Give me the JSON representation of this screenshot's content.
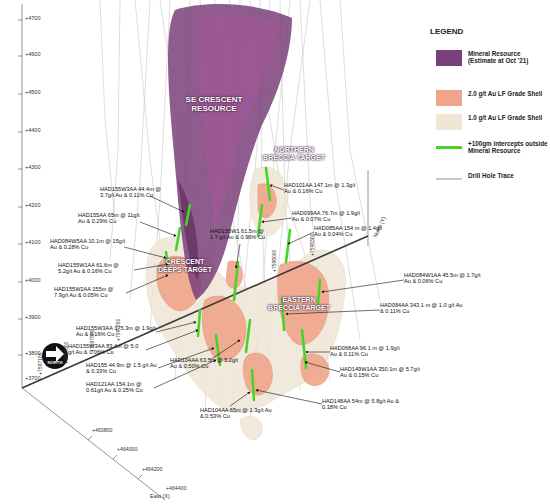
{
  "diagram": {
    "labels": [
      "+4700",
      "+4600",
      "+4500",
      "+4400",
      "+4300",
      "+4200",
      "+4100",
      "+4000",
      "+3900",
      "+3800",
      "+3700",
      "SE CRESCENT RESOURCE",
      "NORTHERN BRECCIA TARGET",
      "CRESCENT DEEPS TARGET",
      "EASTERN BRECCIA TARGET",
      "HAD155W3AA 44.4m @ 3.7g/t Au & 0.11% Cu",
      "HAD155AA 65m @ 11g/t Au & 0.29% Cu",
      "HAD084W5AA 10.1m @ 15g/t Au & 0.28% Cu",
      "HAD155W1AA 61.6m @ 5.2g/t Au & 0.16% Cu",
      "HAD155W2AA 155m @ 7.9g/t Au & 0.05% Cu",
      "HAD155W3AA 175.3m @ 1.9g/t Au & 0.16% Cu",
      "HAD155W3AA 83.4m @ 5.0 g/t Au & 0.06% Cu",
      "HAD155 44.9m @ 1.5 g/t Au & 0.33% Cu",
      "HAD121AA 154.1m @ 0.61g/t Au & 0.25% Cu",
      "HAD104AA 63.5m @ 5.2g/t Au & 0.50% Cu",
      "HAD104AA 65m @ 1.3g/t Au & 0.53% Cu",
      "HAD101AA 147.1m @ 1.3g/t Au & 0.16% Cu",
      "HAD099AA 76.7m @ 1.9g/t Au & 0.07% Cu",
      "HAD155W1 61.5m @ 1.7 g/t Au & 0.96% Cu",
      "HAD085AA 154 m @ 1.4g/t Au & 0.04% Cu",
      "HAD084W1AA 45.5m @ 1.7g/t Au & 0.06% Cu",
      "HAD084AA 343.1 m @ 1.0 g/t Au & 0.11% Cu",
      "HAD068AA 96.1 m @ 1.9g/t Au & 0.11% Cu",
      "HAD149W1AA 350.1m @ 5.7g/t Au & 0.15% Cu",
      "HAD148AA 54m @ 5.8g/t Au & 0.18% Cu",
      "NORTH",
      "+463800",
      "+464000",
      "+464200",
      "+464400",
      "East (X)",
      "+7597100",
      "+7597300",
      "+7597500",
      "+7597700",
      "+7598000",
      "+7598300",
      "North (Y)",
      "LEGEND"
    ],
    "legend": [
      {
        "text": "Mineral Resource (Estimate at Oct '21)",
        "color": "#7b3f7a"
      },
      {
        "text": "2.0 g/t Au LF Grade Shell",
        "color": "#f0a58a"
      },
      {
        "text": "1.0 g/t Au LF Grade Shell",
        "color": "#efe6d6"
      },
      {
        "text": "+100gm intercepts outside Mineral Resource"
      },
      {
        "text": "Drill Hole Trace"
      }
    ]
  }
}
